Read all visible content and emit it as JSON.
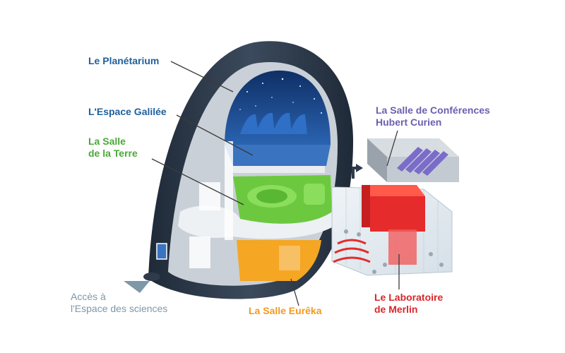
{
  "labels": {
    "planetarium": {
      "lines": [
        "Le Planétarium"
      ],
      "color": "#1f5f9e"
    },
    "galilee": {
      "lines": [
        "L'Espace Galilée"
      ],
      "color": "#1f5f9e"
    },
    "terre": {
      "lines": [
        "La Salle",
        "de la Terre"
      ],
      "color": "#4aa83a"
    },
    "conferences": {
      "lines": [
        "La Salle de Conférences",
        "Hubert Curien"
      ],
      "color": "#6b5fb0"
    },
    "acces": {
      "lines": [
        "Accès à",
        "l'Espace des sciences"
      ],
      "color": "#7e98a8"
    },
    "eureka": {
      "lines": [
        "La Salle Eurêka"
      ],
      "color": "#f29a1f"
    },
    "merlin": {
      "lines": [
        "Le Laboratoire",
        "de Merlin"
      ],
      "color": "#d8262c"
    }
  },
  "colors": {
    "shell": "#2f3b4b",
    "planetarium": "#1d4f8f",
    "galilee_floor": "#3a73c0",
    "terre": "#6cc93f",
    "eureka": "#f5a623",
    "merlin": "#e52b2b",
    "conferences": "#7a6cc8",
    "leader": "#3a3a3a"
  }
}
